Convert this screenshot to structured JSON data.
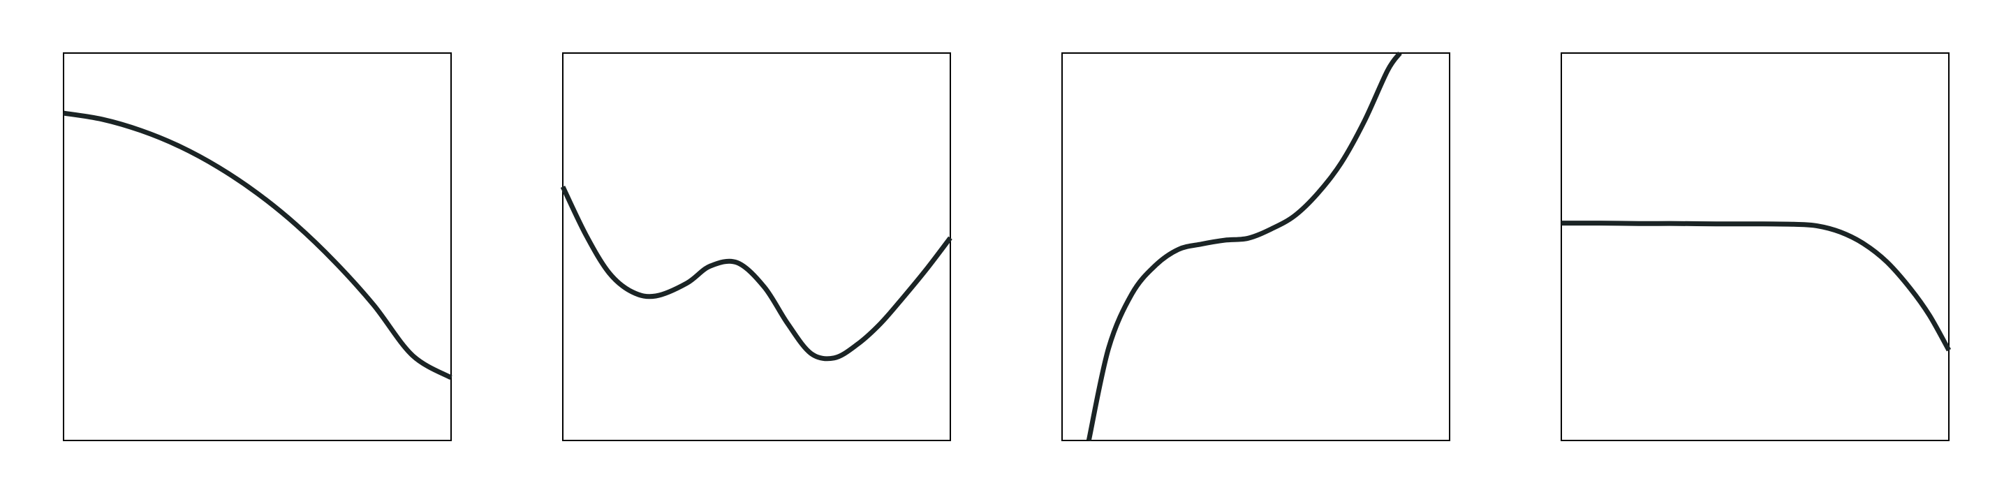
{
  "colors": {
    "background": "#ffffff",
    "frame": "#000000",
    "curve": "#1b2425"
  },
  "chart_data": [
    {
      "type": "line",
      "title": "",
      "xlabel": "",
      "ylabel": "",
      "grid": false,
      "xlim": [
        0,
        1
      ],
      "ylim": [
        0,
        1
      ],
      "series": [
        {
          "x": [
            0,
            0.1,
            0.2,
            0.3,
            0.4,
            0.5,
            0.6,
            0.7,
            0.8,
            0.9,
            1.0
          ],
          "y": [
            0.845,
            0.829,
            0.8,
            0.759,
            0.705,
            0.638,
            0.557,
            0.461,
            0.35,
            0.22,
            0.162
          ]
        }
      ]
    },
    {
      "type": "line",
      "title": "",
      "xlabel": "",
      "ylabel": "",
      "grid": false,
      "xlim": [
        0,
        1
      ],
      "ylim": [
        0,
        1
      ],
      "series": [
        {
          "x": [
            0,
            0.06,
            0.12,
            0.18,
            0.24,
            0.32,
            0.38,
            0.45,
            0.52,
            0.58,
            0.64,
            0.7,
            0.76,
            0.82,
            0.88,
            0.94,
            1.0
          ],
          "y": [
            0.655,
            0.53,
            0.432,
            0.383,
            0.373,
            0.406,
            0.45,
            0.459,
            0.396,
            0.302,
            0.225,
            0.213,
            0.248,
            0.302,
            0.371,
            0.444,
            0.523
          ]
        }
      ]
    },
    {
      "type": "line",
      "title": "",
      "xlabel": "",
      "ylabel": "",
      "grid": false,
      "xlim": [
        0,
        1
      ],
      "ylim": [
        0,
        1
      ],
      "series": [
        {
          "x": [
            0.069,
            0.12,
            0.18,
            0.24,
            0.3,
            0.36,
            0.42,
            0.48,
            0.54,
            0.6,
            0.66,
            0.72,
            0.78,
            0.84,
            0.872
          ],
          "y": [
            0.0,
            0.238,
            0.378,
            0.451,
            0.493,
            0.507,
            0.517,
            0.522,
            0.546,
            0.58,
            0.638,
            0.716,
            0.824,
            0.955,
            1.0
          ]
        }
      ]
    },
    {
      "type": "line",
      "title": "",
      "xlabel": "",
      "ylabel": "",
      "grid": false,
      "xlim": [
        0,
        1
      ],
      "ylim": [
        0,
        1
      ],
      "series": [
        {
          "x": [
            0,
            0.1,
            0.2,
            0.3,
            0.4,
            0.5,
            0.6,
            0.66,
            0.72,
            0.78,
            0.84,
            0.9,
            0.95,
            1.0
          ],
          "y": [
            0.561,
            0.561,
            0.56,
            0.56,
            0.559,
            0.559,
            0.558,
            0.554,
            0.538,
            0.508,
            0.461,
            0.393,
            0.323,
            0.233
          ]
        }
      ]
    }
  ]
}
